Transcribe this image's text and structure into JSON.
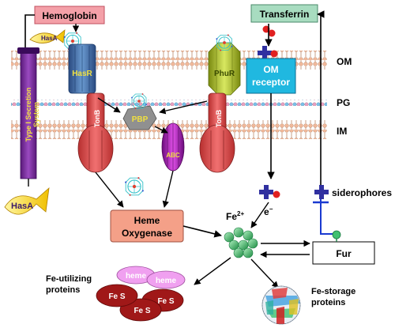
{
  "labels": {
    "hemoglobin": "Hemoglobin",
    "transferrin": "Transferrin",
    "om": "OM",
    "pg": "PG",
    "im": "IM",
    "hasa_top": "HasA",
    "hasa_bottom": "HasA",
    "hasr": "HasR",
    "phur": "PhuR",
    "pbp": "PBP",
    "abc": "ABC",
    "tonb_left": "TonB",
    "tonb_right": "TonB",
    "type1_line1": "Type I Secretion",
    "type1_line2": "System",
    "om_receptor_line1": "OM",
    "om_receptor_line2": "receptor",
    "heme_oxygenase_line1": "Heme",
    "heme_oxygenase_line2": "Oxygenase",
    "fe2_base": "Fe",
    "fe2_sup": "2+",
    "electron_base": "e",
    "electron_sup": "−",
    "siderophores": "siderophores",
    "fur": "Fur",
    "fe_utilizing_line1": "Fe-utilizing",
    "fe_utilizing_line2": "proteins",
    "fe_storage_line1": "Fe-storage",
    "fe_storage_line2": "proteins",
    "heme_1": "heme",
    "heme_2": "heme",
    "fes_1": "Fe S",
    "fes_2": "Fe S",
    "fes_3": "Fe S"
  },
  "colors": {
    "hemoglobin_box": "#f4a0a8",
    "transferrin_box": "#a8dcc0",
    "om_receptor": "#20b8e0",
    "heme_oxygenase": "#f4a088",
    "type1_system": "#7a2a9a",
    "tonb": "#e05a5a",
    "abc": "#b020b0",
    "phur": "#b8cc30",
    "hasr": "#4a7ab0",
    "pbp": "#909090",
    "fe_cluster": "#40c070",
    "heme_ellipse": "#f0a0f0",
    "fes_ellipse": "#a01818",
    "fur_arrow": "#1a3ad0",
    "membrane_head": "#f0b89a"
  }
}
